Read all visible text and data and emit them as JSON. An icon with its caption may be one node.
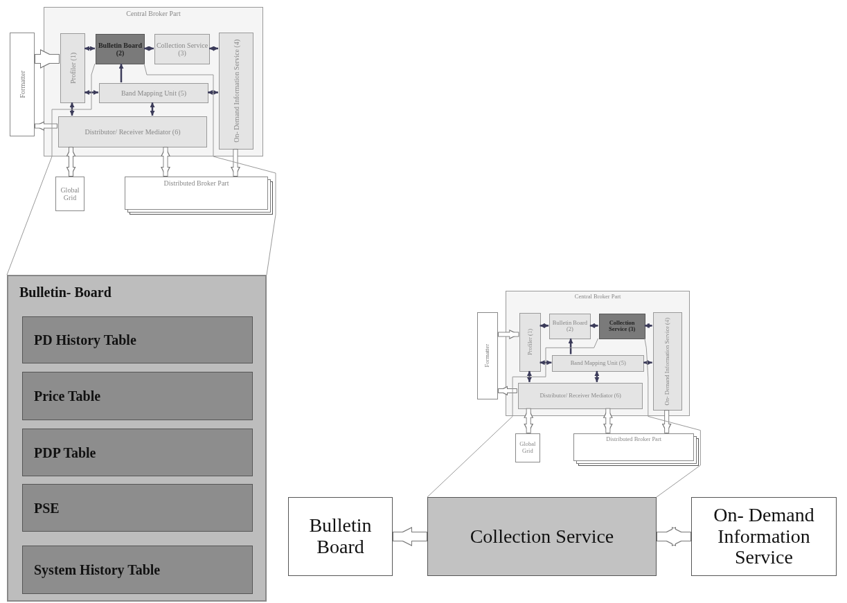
{
  "diagram": {
    "nodes": [
      {
        "text": [
          "Central Broker Part"
        ]
      },
      {
        "text": [
          "Formatter"
        ]
      },
      {
        "text": [
          "Profiler (1)"
        ],
        "in": 0
      },
      {
        "text": [
          "Bulletin Board (2)"
        ],
        "in": 0
      },
      {
        "text": [
          "Collection Service (3)"
        ],
        "in": 0
      },
      {
        "text": [
          "On- Demand Information Service (4)"
        ],
        "in": 0
      },
      {
        "text": [
          "Band Mapping Unit (5)"
        ],
        "in": 0
      },
      {
        "text": [
          "Distributor/ Receiver Mediator (6)"
        ],
        "in": 0
      },
      {
        "text": [
          "Global Grid"
        ]
      },
      {
        "text": [
          "Distributed Broker Part"
        ]
      },
      {
        "text": [
          "Bulletin- Board"
        ]
      },
      {
        "text": [
          "PD History Table"
        ],
        "in": 10
      },
      {
        "text": [
          "Price Table"
        ],
        "in": 10
      },
      {
        "text": [
          "PDP Table"
        ],
        "in": 10
      },
      {
        "text": [
          "PSE"
        ],
        "in": 10
      },
      {
        "text": [
          "System History Table"
        ],
        "in": 10
      },
      {
        "text": [
          "Central Broker Part"
        ]
      },
      {
        "text": [
          "Formatter"
        ]
      },
      {
        "text": [
          "Profiler (1)"
        ],
        "in": 16
      },
      {
        "text": [
          "Bulletin Board (2)"
        ],
        "in": 16
      },
      {
        "text": [
          "Collection Service (3)"
        ],
        "in": 16
      },
      {
        "text": [
          "On- Demand Information Service (4)"
        ],
        "in": 16
      },
      {
        "text": [
          "Band Mapping Unit (5)"
        ],
        "in": 16
      },
      {
        "text": [
          "Distributor/ Receiver Mediator (6)"
        ],
        "in": 16
      },
      {
        "text": [
          "Global Grid"
        ]
      },
      {
        "text": [
          "Distributed Broker Part"
        ]
      },
      {
        "text": [
          "Bulletin Board"
        ]
      },
      {
        "text": [
          "Collection Service"
        ]
      },
      {
        "text": [
          "On- Demand Information Service"
        ]
      }
    ],
    "edges": [
      {
        "from": 1,
        "to": 2,
        "arrow": "to",
        "style": "thick",
        "color": "#777777"
      },
      {
        "from": 7,
        "to": 1,
        "arrow": "to",
        "style": "thick",
        "color": "#777777"
      },
      {
        "from": 2,
        "to": 3,
        "arrow": "both"
      },
      {
        "from": 3,
        "to": 4,
        "arrow": "both"
      },
      {
        "from": 4,
        "to": 5,
        "arrow": "both"
      },
      {
        "from": 6,
        "to": 3,
        "arrow": "to"
      },
      {
        "from": 2,
        "to": 6,
        "arrow": "both"
      },
      {
        "from": 6,
        "to": 5,
        "arrow": "both"
      },
      {
        "from": 2,
        "to": 7,
        "arrow": "both"
      },
      {
        "from": 6,
        "to": 7,
        "arrow": "both"
      },
      {
        "from": 7,
        "to": 8,
        "arrow": "both",
        "style": "thick",
        "color": "#777777"
      },
      {
        "from": 7,
        "to": 9,
        "arrow": "both",
        "style": "thick",
        "color": "#777777"
      },
      {
        "from": 5,
        "to": 9,
        "arrow": "to",
        "style": "thick",
        "color": "#777777"
      },
      {
        "from": 17,
        "to": 18,
        "arrow": "to",
        "style": "thick",
        "color": "#777777"
      },
      {
        "from": 23,
        "to": 17,
        "arrow": "to",
        "style": "thick",
        "color": "#777777"
      },
      {
        "from": 18,
        "to": 19,
        "arrow": "both"
      },
      {
        "from": 19,
        "to": 20,
        "arrow": "both"
      },
      {
        "from": 20,
        "to": 21,
        "arrow": "both"
      },
      {
        "from": 22,
        "to": 19,
        "arrow": "to"
      },
      {
        "from": 18,
        "to": 22,
        "arrow": "both"
      },
      {
        "from": 22,
        "to": 21,
        "arrow": "both"
      },
      {
        "from": 18,
        "to": 23,
        "arrow": "both"
      },
      {
        "from": 22,
        "to": 23,
        "arrow": "both"
      },
      {
        "from": 23,
        "to": 24,
        "arrow": "both",
        "style": "thick",
        "color": "#777777"
      },
      {
        "from": 23,
        "to": 25,
        "arrow": "both",
        "style": "thick",
        "color": "#777777"
      },
      {
        "from": 21,
        "to": 25,
        "arrow": "to",
        "style": "thick",
        "color": "#777777"
      },
      {
        "from": 3,
        "to": 10,
        "arrow": "none",
        "color": "#999999"
      },
      {
        "from": 3,
        "to": 10,
        "arrow": "none",
        "color": "#999999"
      },
      {
        "from": 20,
        "to": 27,
        "arrow": "none",
        "color": "#999999"
      },
      {
        "from": 20,
        "to": 27,
        "arrow": "none",
        "color": "#999999"
      },
      {
        "from": 27,
        "to": 26,
        "arrow": "to",
        "style": "thick",
        "color": "#777777"
      },
      {
        "from": 27,
        "to": 28,
        "arrow": "both",
        "style": "thick",
        "color": "#777777"
      }
    ]
  }
}
